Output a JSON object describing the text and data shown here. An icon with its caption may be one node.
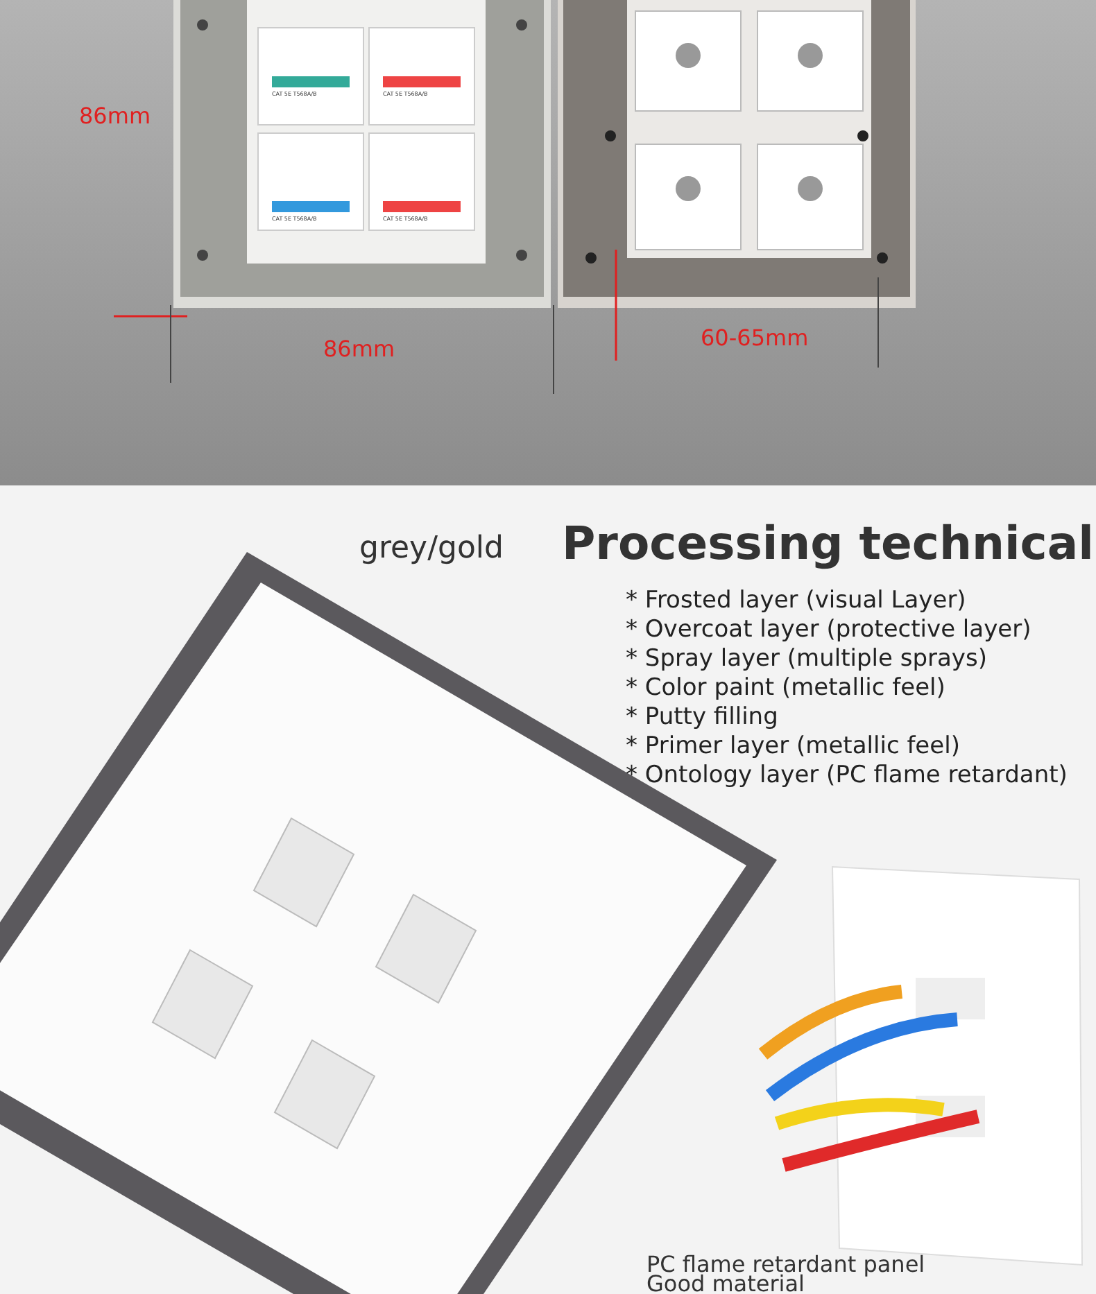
{
  "diagram": {
    "labels": [
      "86mm",
      "86mm",
      "60-65mm",
      "CAT 5E T568A/B",
      "CAT 5E T568A/B",
      "CAT 5E T568A/B",
      "CAT 5E T568A/B",
      "grey/gold",
      "Processing technical",
      "* Frosted layer (visual Layer)",
      "* Overcoat layer (protective layer)",
      "* Spray layer (multiple sprays)",
      "* Color paint (metallic feel)",
      "* Putty filling",
      "* Primer layer (metallic feel)",
      "* Ontology layer (PC flame retardant)",
      "PC flame retardant panel",
      "Good material"
    ]
  }
}
